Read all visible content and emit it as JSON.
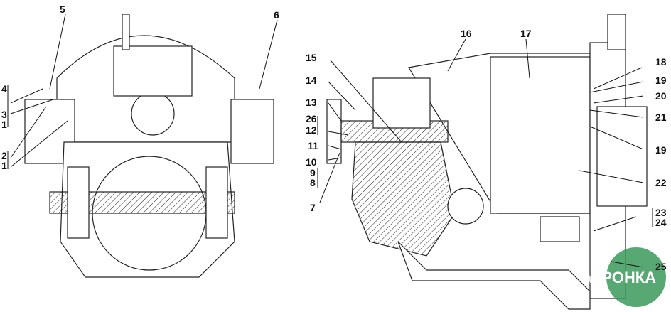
{
  "left_view": {
    "labels": [
      "5",
      "6",
      "4",
      "3",
      "1",
      "2",
      "1"
    ]
  },
  "right_view": {
    "labels": [
      "16",
      "17",
      "15",
      "14",
      "13",
      "26",
      "12",
      "11",
      "10",
      "9",
      "8",
      "7",
      "18",
      "19",
      "20",
      "21",
      "19",
      "22",
      "23",
      "24",
      "25"
    ]
  },
  "watermark": {
    "text": "АГРОНКА",
    "color": "#3a9a5a"
  },
  "colors": {
    "line": "#111111",
    "watermark_green": "#3a9a5a"
  }
}
